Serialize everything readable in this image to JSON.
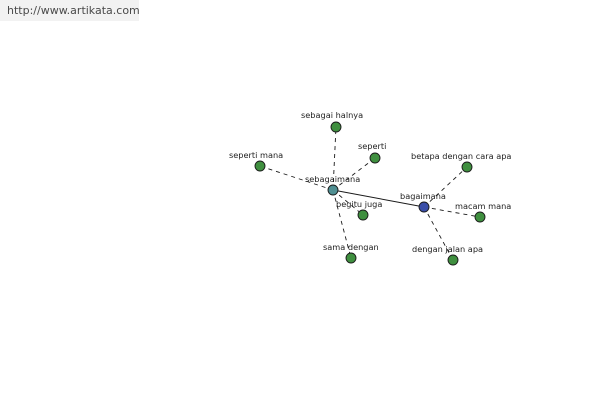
{
  "header": {
    "url": "http://www.artikata.com"
  },
  "colors": {
    "leaf": "#3f8f3f",
    "hub": "#4f8f92",
    "root": "#3a4ea8"
  },
  "diagram": {
    "nodes": [
      {
        "id": "bagaimana",
        "label": "bagaimana",
        "kind": "root"
      },
      {
        "id": "sebagaimana",
        "label": "sebagaimana",
        "kind": "hub"
      },
      {
        "id": "sebagai-halnya",
        "label": "sebagai halnya",
        "kind": "leaf"
      },
      {
        "id": "seperti",
        "label": "seperti",
        "kind": "leaf"
      },
      {
        "id": "seperti-mana",
        "label": "seperti mana",
        "kind": "leaf"
      },
      {
        "id": "begitu-juga",
        "label": "begitu juga",
        "kind": "leaf"
      },
      {
        "id": "sama-dengan",
        "label": "sama dengan",
        "kind": "leaf"
      },
      {
        "id": "betapa-dengan-cara-apa",
        "label": "betapa dengan cara apa",
        "kind": "leaf"
      },
      {
        "id": "macam-mana",
        "label": "macam mana",
        "kind": "leaf"
      },
      {
        "id": "dengan-jalan-apa",
        "label": "dengan jalan apa",
        "kind": "leaf"
      }
    ],
    "edges": [
      {
        "from": "sebagaimana",
        "to": "bagaimana",
        "style": "solid"
      },
      {
        "from": "sebagaimana",
        "to": "sebagai-halnya",
        "style": "dashed"
      },
      {
        "from": "sebagaimana",
        "to": "seperti",
        "style": "dashed"
      },
      {
        "from": "sebagaimana",
        "to": "seperti-mana",
        "style": "dashed"
      },
      {
        "from": "sebagaimana",
        "to": "begitu-juga",
        "style": "dashed"
      },
      {
        "from": "sebagaimana",
        "to": "sama-dengan",
        "style": "dashed"
      },
      {
        "from": "bagaimana",
        "to": "betapa-dengan-cara-apa",
        "style": "dashed"
      },
      {
        "from": "bagaimana",
        "to": "macam-mana",
        "style": "dashed"
      },
      {
        "from": "bagaimana",
        "to": "dengan-jalan-apa",
        "style": "dashed"
      }
    ]
  }
}
